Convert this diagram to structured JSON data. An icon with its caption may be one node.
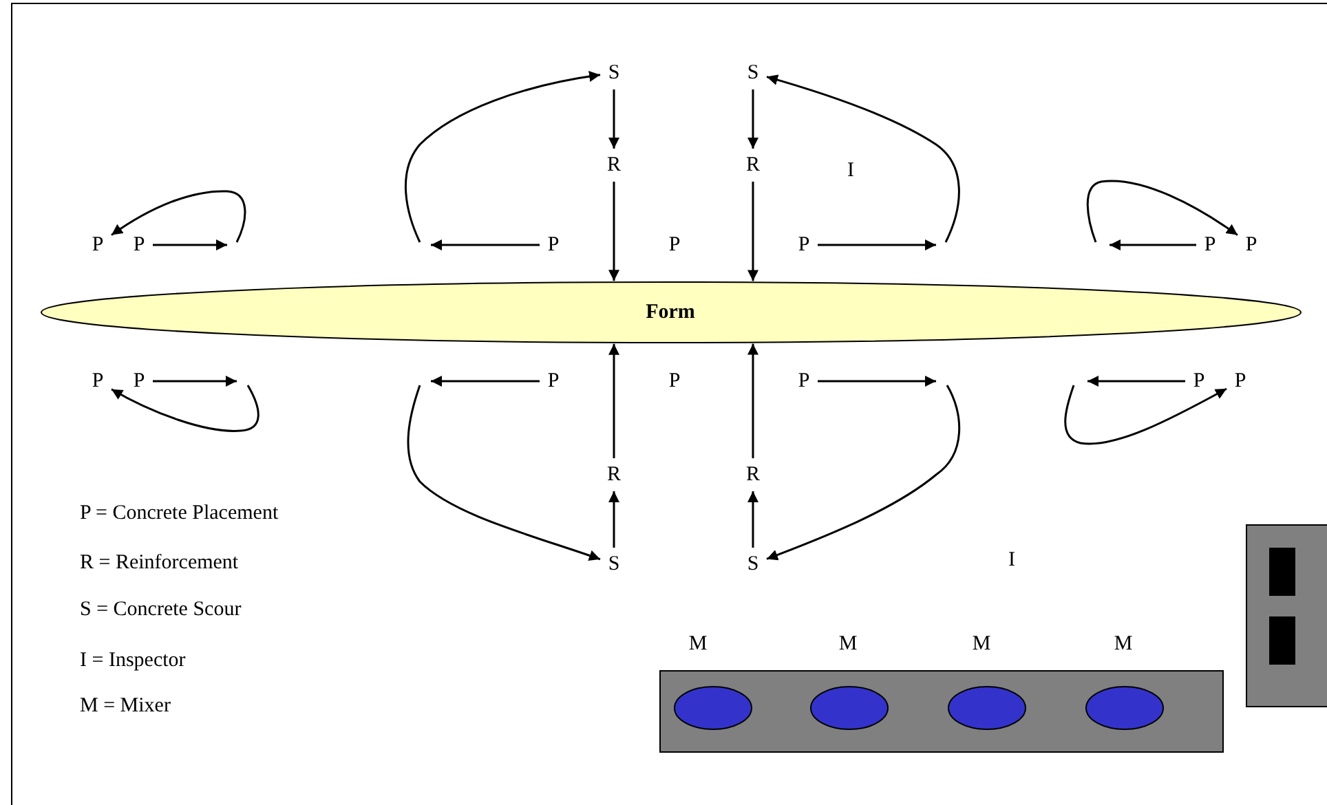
{
  "diagram": {
    "nodes": [
      {
        "text": [
          "S"
        ]
      },
      {
        "text": [
          "S"
        ]
      },
      {
        "text": [
          "R"
        ]
      },
      {
        "text": [
          "R"
        ]
      },
      {
        "text": [
          "I"
        ]
      },
      {
        "text": [
          "P"
        ]
      },
      {
        "text": [
          "P"
        ]
      },
      {
        "text": [
          "P"
        ]
      },
      {
        "text": [
          "P"
        ]
      },
      {
        "text": [
          "P"
        ]
      },
      {
        "text": [
          "P"
        ]
      },
      {
        "text": [
          "P"
        ]
      },
      {
        "text": [
          "Form"
        ]
      },
      {
        "text": [
          "P"
        ]
      },
      {
        "text": [
          "P"
        ]
      },
      {
        "text": [
          "P"
        ]
      },
      {
        "text": [
          "P"
        ]
      },
      {
        "text": [
          "P"
        ]
      },
      {
        "text": [
          "P"
        ]
      },
      {
        "text": [
          "P"
        ]
      },
      {
        "text": [
          "R"
        ]
      },
      {
        "text": [
          "R"
        ]
      },
      {
        "text": [
          "S"
        ]
      },
      {
        "text": [
          "S"
        ]
      },
      {
        "text": [
          "I"
        ]
      },
      {
        "text": [],
        "shape": "box"
      },
      {
        "text": [],
        "shape": "box",
        "in": 25
      },
      {
        "text": [],
        "shape": "box",
        "in": 25
      },
      {
        "text": [],
        "shape": "box"
      },
      {
        "text": [],
        "shape": "ellipse",
        "in": 28,
        "beside": [
          "M"
        ]
      },
      {
        "text": [],
        "shape": "ellipse",
        "in": 28,
        "beside": [
          "M"
        ]
      },
      {
        "text": [],
        "shape": "ellipse",
        "in": 28,
        "beside": [
          "M"
        ]
      },
      {
        "text": [],
        "shape": "ellipse",
        "in": 28,
        "beside": [
          "M"
        ]
      }
    ],
    "edges": [
      {
        "from": null,
        "to": 0,
        "arrow": "to"
      },
      {
        "from": null,
        "to": 1,
        "arrow": "to"
      },
      {
        "from": 0,
        "to": 2,
        "arrow": "to"
      },
      {
        "from": 1,
        "to": 3,
        "arrow": "to"
      },
      {
        "from": 2,
        "to": 12,
        "arrow": "to"
      },
      {
        "from": 3,
        "to": 12,
        "arrow": "to"
      },
      {
        "from": null,
        "to": 5,
        "arrow": "to"
      },
      {
        "from": null,
        "to": 11,
        "arrow": "to"
      },
      {
        "from": 6,
        "to": null,
        "arrow": "to"
      },
      {
        "from": 7,
        "to": null,
        "arrow": "to"
      },
      {
        "from": 9,
        "to": null,
        "arrow": "to"
      },
      {
        "from": 10,
        "to": null,
        "arrow": "to"
      },
      {
        "from": 14,
        "to": null,
        "arrow": "to"
      },
      {
        "from": 15,
        "to": null,
        "arrow": "to"
      },
      {
        "from": 17,
        "to": null,
        "arrow": "to"
      },
      {
        "from": 18,
        "to": null,
        "arrow": "to"
      },
      {
        "from": null,
        "to": 13,
        "arrow": "to"
      },
      {
        "from": null,
        "to": 19,
        "arrow": "to"
      },
      {
        "from": 20,
        "to": 12,
        "arrow": "to"
      },
      {
        "from": 21,
        "to": 12,
        "arrow": "to"
      },
      {
        "from": 22,
        "to": 20,
        "arrow": "to"
      },
      {
        "from": 23,
        "to": 21,
        "arrow": "to"
      },
      {
        "from": null,
        "to": 22,
        "arrow": "to"
      },
      {
        "from": null,
        "to": 23,
        "arrow": "to"
      }
    ],
    "labels": [
      "P = Concrete Placement",
      "R = Reinforcement",
      "S = Concrete Scour",
      "I = Inspector",
      "M = Mixer"
    ]
  }
}
